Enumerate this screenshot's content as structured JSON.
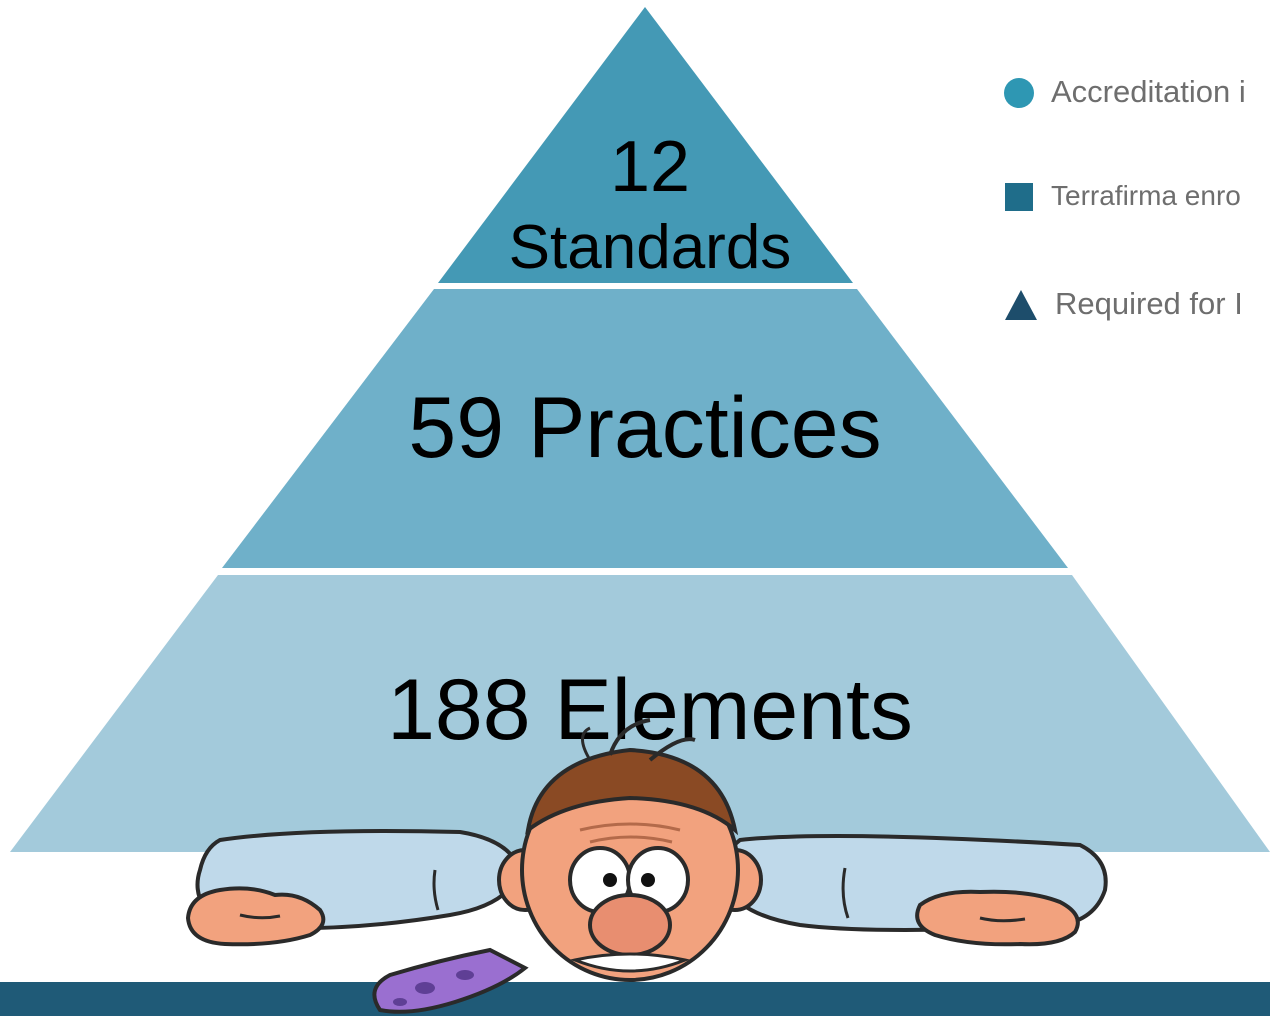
{
  "pyramid": {
    "top": {
      "number": "12",
      "label": "Standards"
    },
    "middle": {
      "text": "59 Practices"
    },
    "bottom": {
      "text": "188 Elements"
    },
    "colors": {
      "top": "#4499b5",
      "middle": "#6fb0c9",
      "bottom": "#a3cadb"
    }
  },
  "legend": [
    {
      "shape": "circle",
      "color": "#2e97b3",
      "text": "Accreditation i"
    },
    {
      "shape": "square",
      "color": "#1f6d8a",
      "text": "Terrafirma enro"
    },
    {
      "shape": "triangle",
      "color": "#1d4d6b",
      "text": "Required for I"
    }
  ],
  "illustration": {
    "icon": "worried-cartoon-man-icon"
  },
  "footer": {
    "color": "#1f5a77"
  }
}
